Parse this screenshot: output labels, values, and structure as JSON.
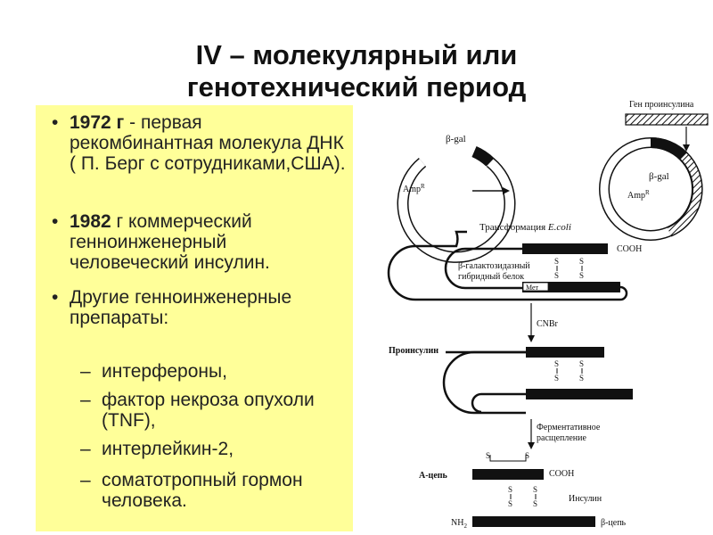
{
  "title": {
    "line1": "IV – молекулярный или",
    "line2": "генотехнический период"
  },
  "bullets": [
    {
      "bold": "1972 г",
      "rest": " - первая рекомбинантная молекула ДНК ( П. Берг с сотрудниками,США)."
    },
    {
      "bold": "1982",
      "rest": " г коммерческий генноинженерный человеческий инсулин."
    },
    {
      "bold": "",
      "rest": "Другие генноинженерные препараты:"
    }
  ],
  "sub_items": [
    " интерфероны,",
    "фактор некроза опухоли (TNF),",
    "интерлейкин-2,",
    " соматотропный гормон человека."
  ],
  "diagram": {
    "gene_label": "Ген проинсулина",
    "beta_gal_1": "β-gal",
    "amp_1": "Amp",
    "amp_sup_1": "R",
    "beta_gal_2": "β-gal",
    "amp_2": "Amp",
    "amp_sup_2": "R",
    "transformation": "Трансформация",
    "ecoli": "E.coli",
    "cooh_1": "COOH",
    "hybrid_1": "β-галактозидазный",
    "hybrid_2": "гибридный белок",
    "met": "Мет",
    "cnbr": "CNBr",
    "proinsulin": "Проинсулин",
    "enzymatic_1": "Ферментативное",
    "enzymatic_2": "расщепление",
    "a_chain": "А-цепь",
    "cooh_2": "COOH",
    "insulin": "Инсулин",
    "nh2": "NH",
    "nh2_sub": "2",
    "b_chain": "β-цепь",
    "s": "S"
  }
}
